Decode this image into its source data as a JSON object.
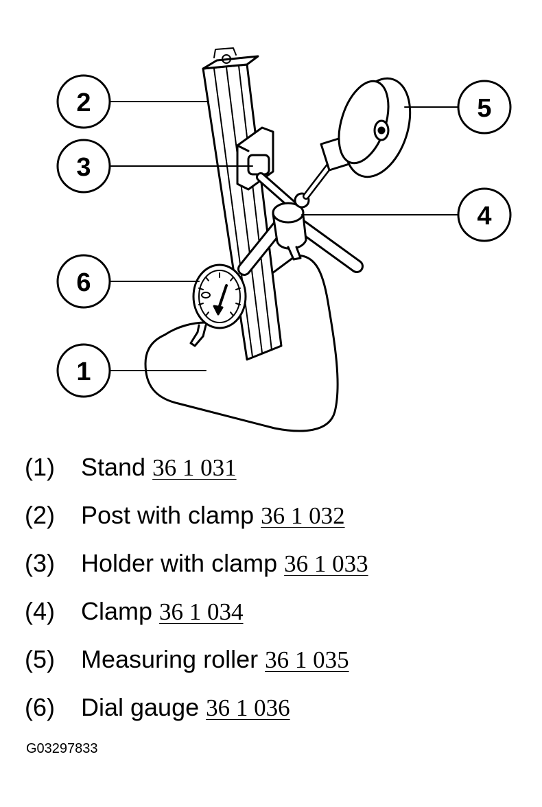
{
  "figure": {
    "callouts": [
      {
        "number": "1"
      },
      {
        "number": "2"
      },
      {
        "number": "3"
      },
      {
        "number": "4"
      },
      {
        "number": "5"
      },
      {
        "number": "6"
      }
    ]
  },
  "legend": [
    {
      "number": "(1)",
      "name": "Stand",
      "part": "36 1 031"
    },
    {
      "number": "(2)",
      "name": "Post with clamp",
      "part": "36 1 032"
    },
    {
      "number": "(3)",
      "name": "Holder with clamp",
      "part": "36 1 033"
    },
    {
      "number": "(4)",
      "name": "Clamp",
      "part": "36 1 034"
    },
    {
      "number": "(5)",
      "name": "Measuring roller",
      "part": "36 1 035"
    },
    {
      "number": "(6)",
      "name": "Dial gauge",
      "part": "36 1 036"
    }
  ],
  "figure_id": "G03297833"
}
